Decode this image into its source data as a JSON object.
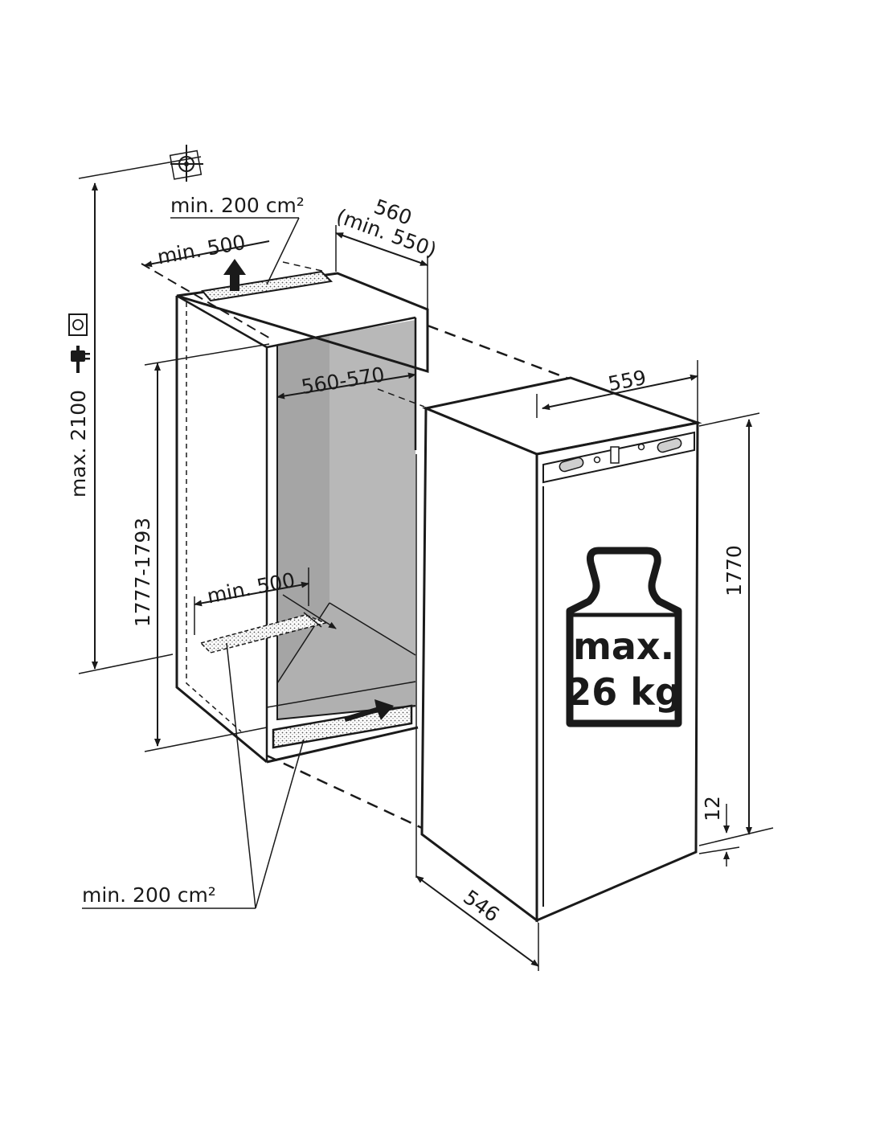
{
  "labels": {
    "top_vent_area": "min. 200 cm²",
    "top_vent_depth": "min. 500",
    "niche_depth": "560",
    "niche_depth_min": "(min. 550)",
    "max_height": "max. 2100",
    "niche_width": "560-570",
    "niche_height": "1777-1793",
    "bottom_vent_depth": "min. 500",
    "bottom_vent_area": "min. 200 cm²",
    "appliance_width": "559",
    "appliance_height": "1770",
    "plinth_gap": "12",
    "appliance_depth": "546",
    "door_weight_line1": "max.",
    "door_weight_line2": "26 kg"
  },
  "icons": [
    "socket-icon",
    "plug-icon",
    "center-alignment-icon",
    "weight-icon",
    "airflow-arrow-icon"
  ],
  "colors": {
    "line": "#1a1a1a",
    "niche_shade": "#b8b8b8",
    "niche_shade_dark": "#a5a5a5",
    "floor_shade": "#b0b0b0"
  }
}
